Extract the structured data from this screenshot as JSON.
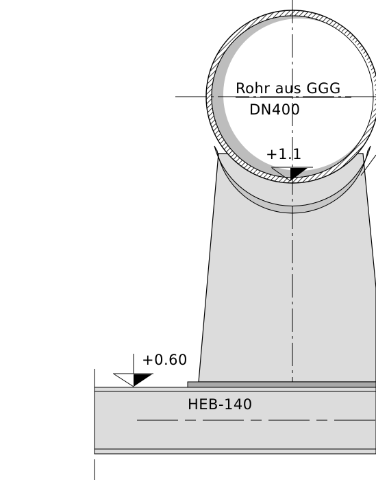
{
  "pipe": {
    "label_line1": "Rohr aus GGG",
    "label_line2": "DN400"
  },
  "elevations": {
    "pipe_bottom": "+1.1",
    "base": "+0.60"
  },
  "beam": {
    "label": "HEB-140"
  },
  "colors": {
    "line": "#000000",
    "concrete_fill": "#dcdcdc",
    "pipe_inner_shade": "#bdbdbd",
    "base_plate": "#a9a9a9",
    "background": "#ffffff"
  }
}
